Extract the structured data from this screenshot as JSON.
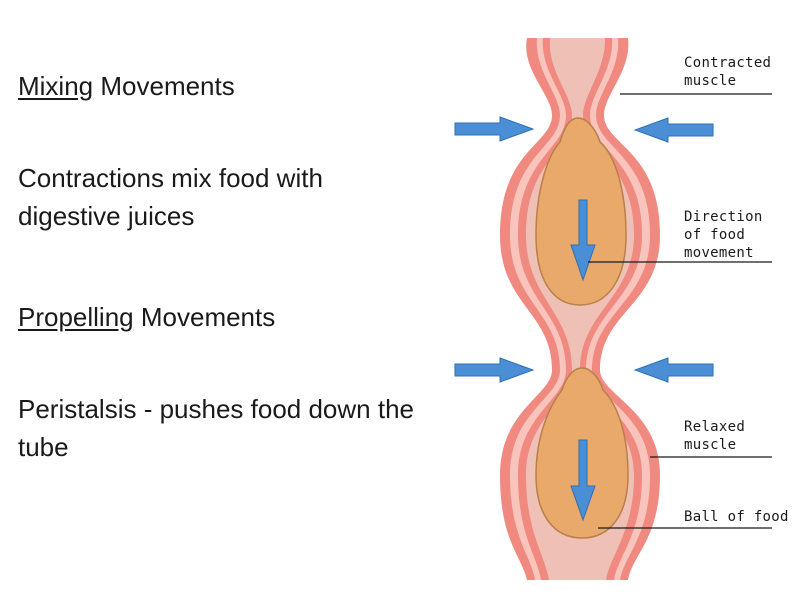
{
  "text": {
    "mixing_heading_keyword": "Mixing",
    "mixing_heading_rest": " Movements",
    "mixing_desc": "Contractions mix food with digestive juices",
    "propelling_heading_keyword": "Propelling",
    "propelling_heading_rest": " Movements",
    "propelling_desc": "Peristalsis - pushes food down the tube"
  },
  "diagram": {
    "labels": {
      "contracted_line1": "Contracted",
      "contracted_line2": "muscle",
      "direction_line1": "Direction",
      "direction_line2": "of food",
      "direction_line3": "movement",
      "relaxed_line1": "Relaxed",
      "relaxed_line2": "muscle",
      "ball_of_food": "Ball of food"
    },
    "colors": {
      "muscle_outer": "#f08a80",
      "muscle_stripe": "#f8c4bc",
      "lumen": "#efc1b6",
      "food": "#e8a96a",
      "food_stroke": "#b9804a",
      "arrow": "#4a8fd6",
      "arrow_stroke": "#2f6fb3"
    }
  }
}
